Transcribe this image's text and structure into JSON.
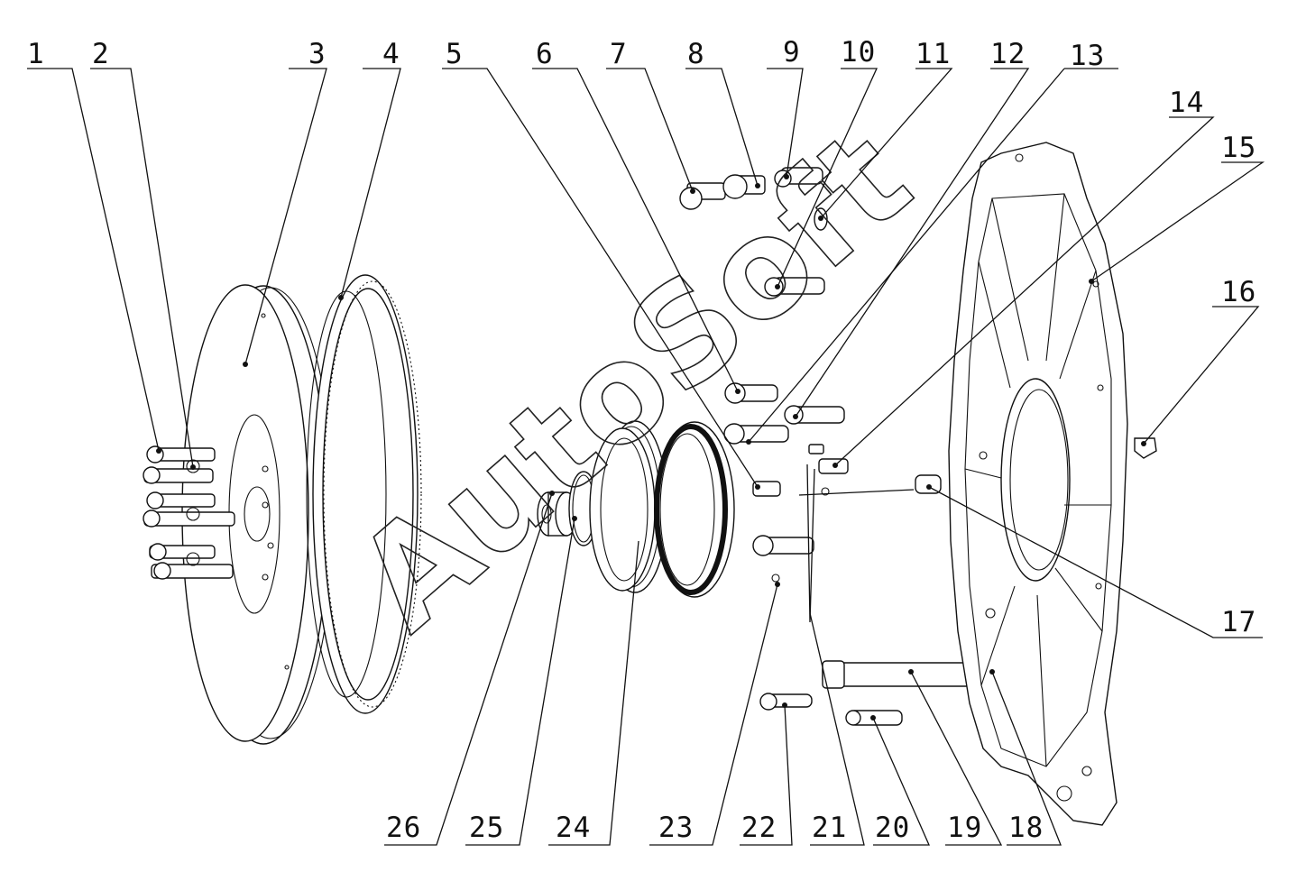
{
  "diagram": {
    "watermark": "AutoSoft",
    "callouts": [
      "1",
      "2",
      "3",
      "4",
      "5",
      "6",
      "7",
      "8",
      "9",
      "10",
      "11",
      "12",
      "13",
      "14",
      "15",
      "16",
      "17",
      "18",
      "19",
      "20",
      "21",
      "22",
      "23",
      "24",
      "25",
      "26"
    ]
  }
}
